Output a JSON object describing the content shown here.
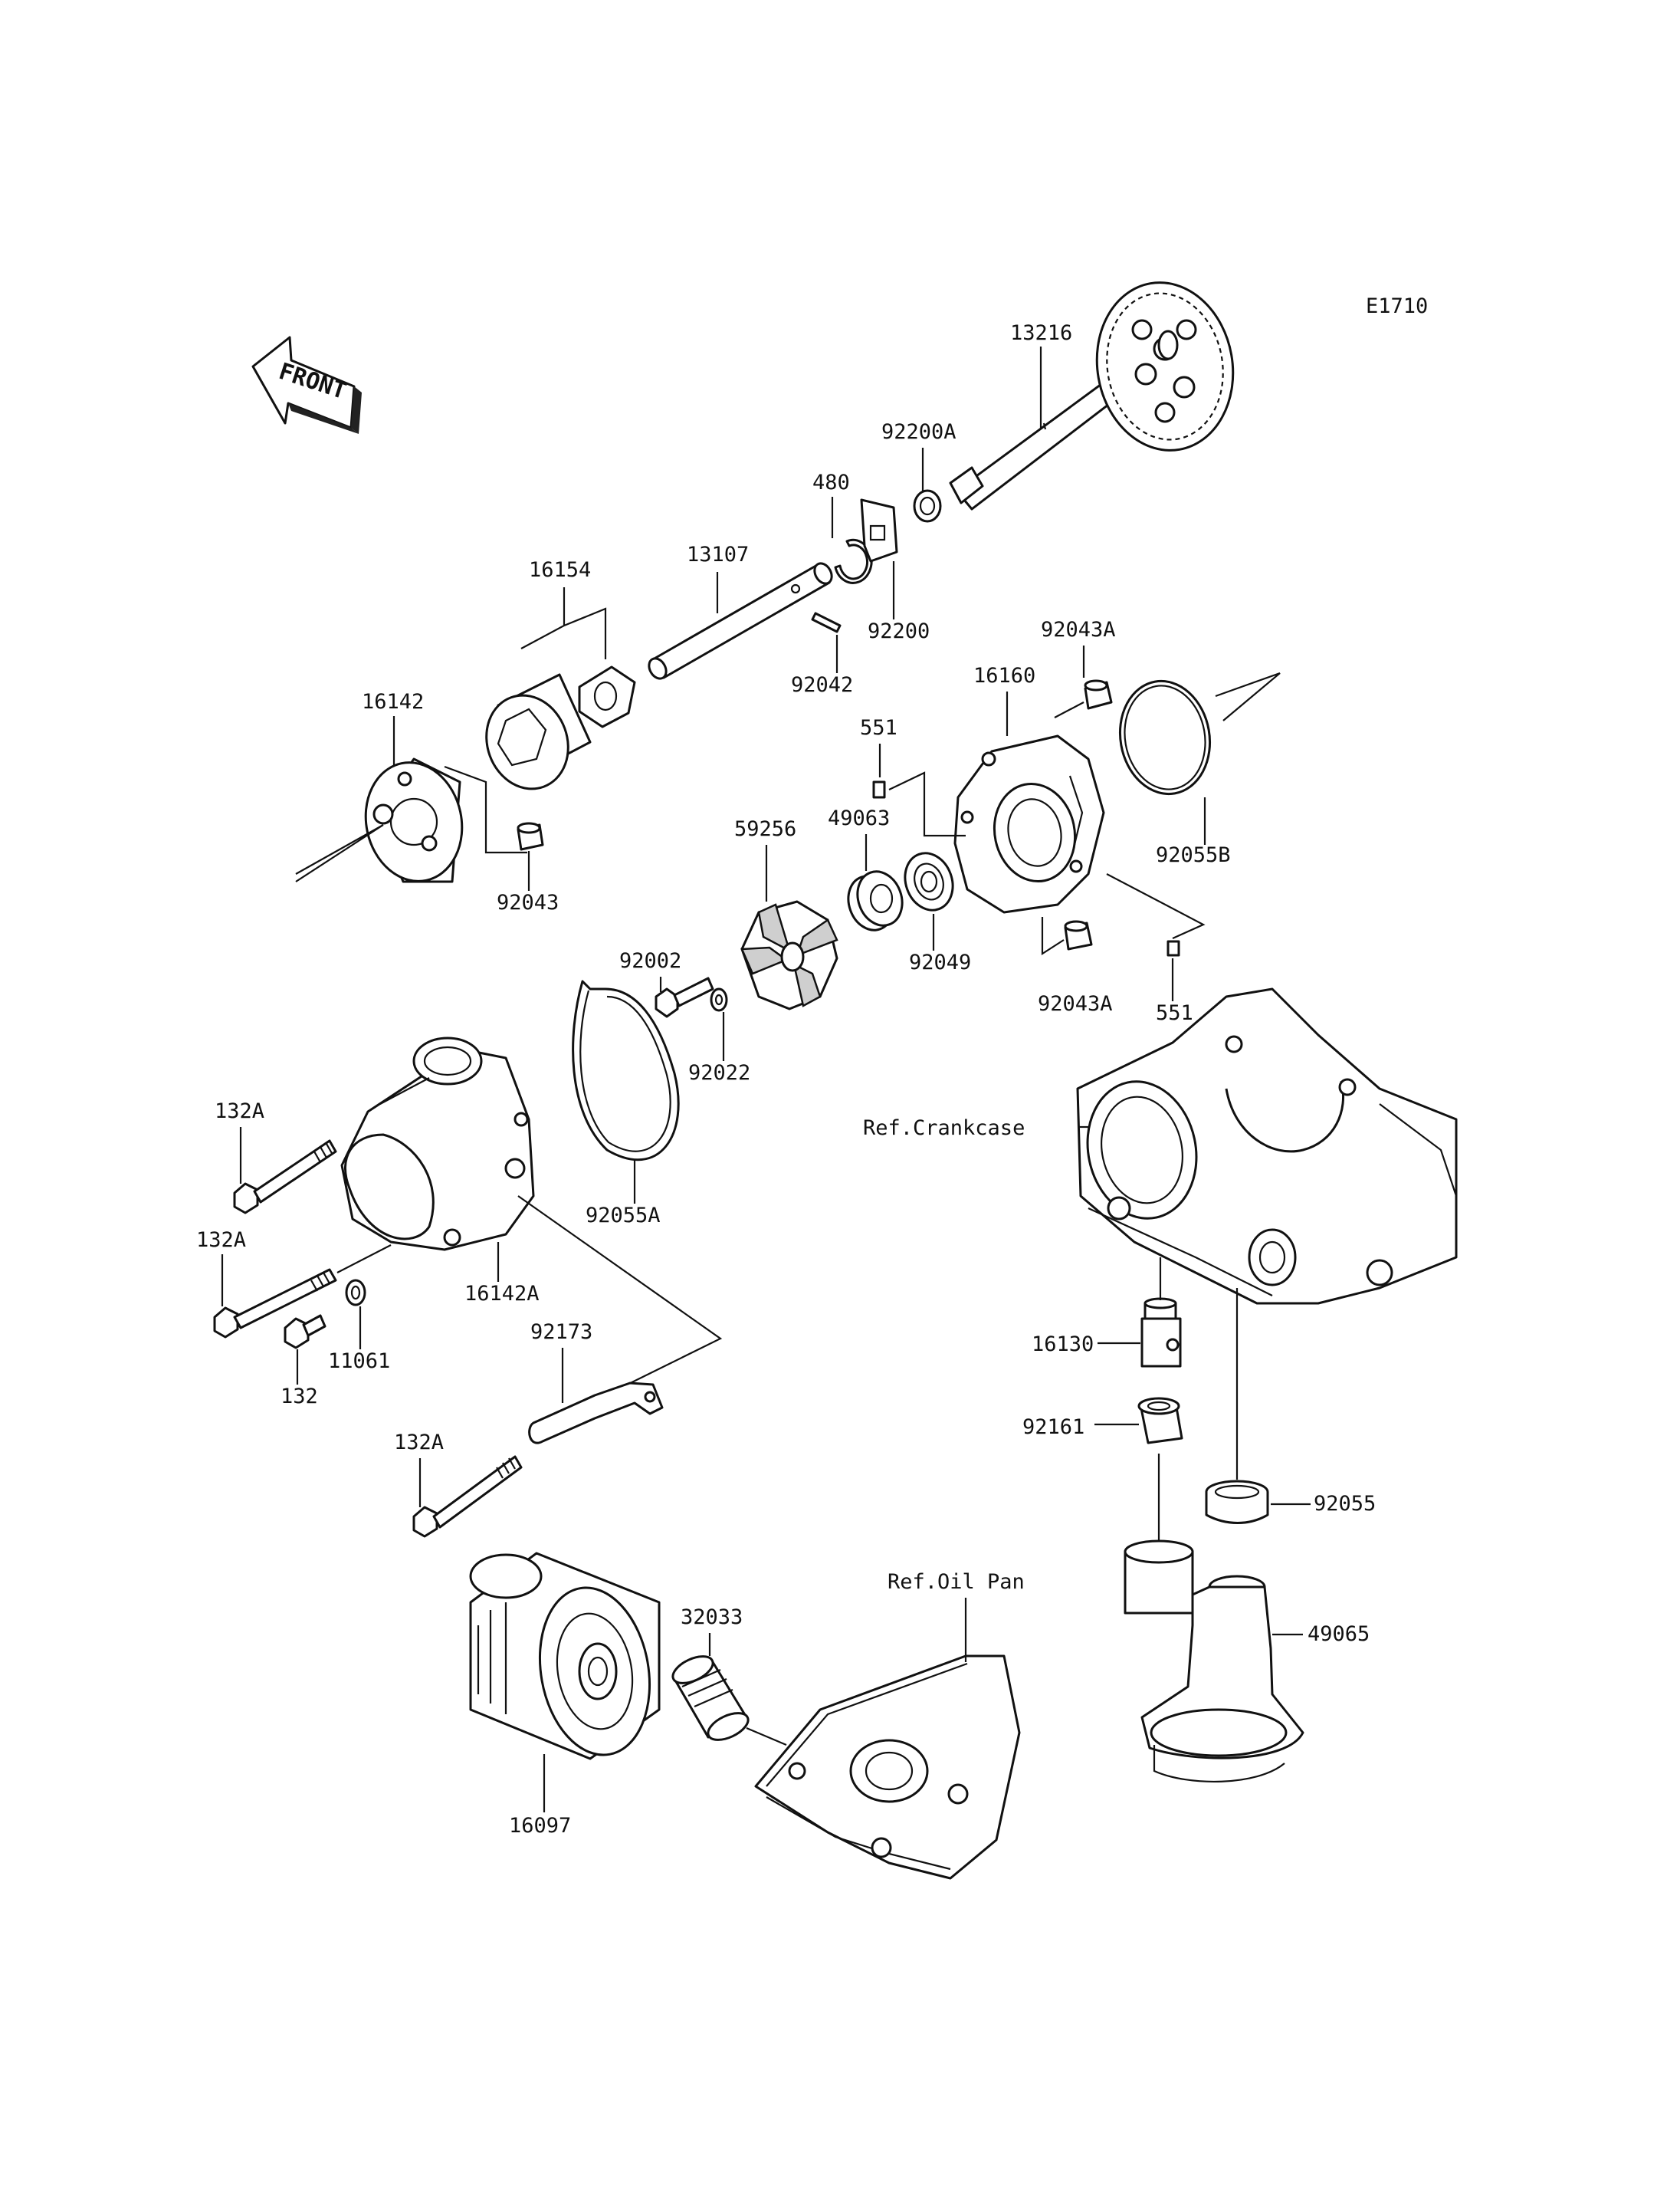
{
  "diagram_code": "E1710",
  "front_label": "FRONT",
  "callouts": {
    "p13216": "13216",
    "p92200A": "92200A",
    "p480": "480",
    "p13107": "13107",
    "p16154": "16154",
    "p92200": "92200",
    "p92042": "92042",
    "p92043A_top": "92043A",
    "p16160": "16160",
    "p16142": "16142",
    "p551_top": "551",
    "p49063": "49063",
    "p59256": "59256",
    "p92043": "92043",
    "p92055B": "92055B",
    "p92049": "92049",
    "p92002": "92002",
    "p92043A_bottom": "92043A",
    "p551_bottom": "551",
    "p92022": "92022",
    "p132A_1": "132A",
    "ref_crankcase": "Ref.Crankcase",
    "p92055A": "92055A",
    "p132A_2": "132A",
    "p16142A": "16142A",
    "p11061": "11061",
    "p132": "132",
    "p92173": "92173",
    "p16130": "16130",
    "p92161": "92161",
    "p132A_3": "132A",
    "p92055": "92055",
    "ref_oilpan": "Ref.Oil Pan",
    "p32033": "32033",
    "p49065": "49065",
    "p16097": "16097"
  }
}
